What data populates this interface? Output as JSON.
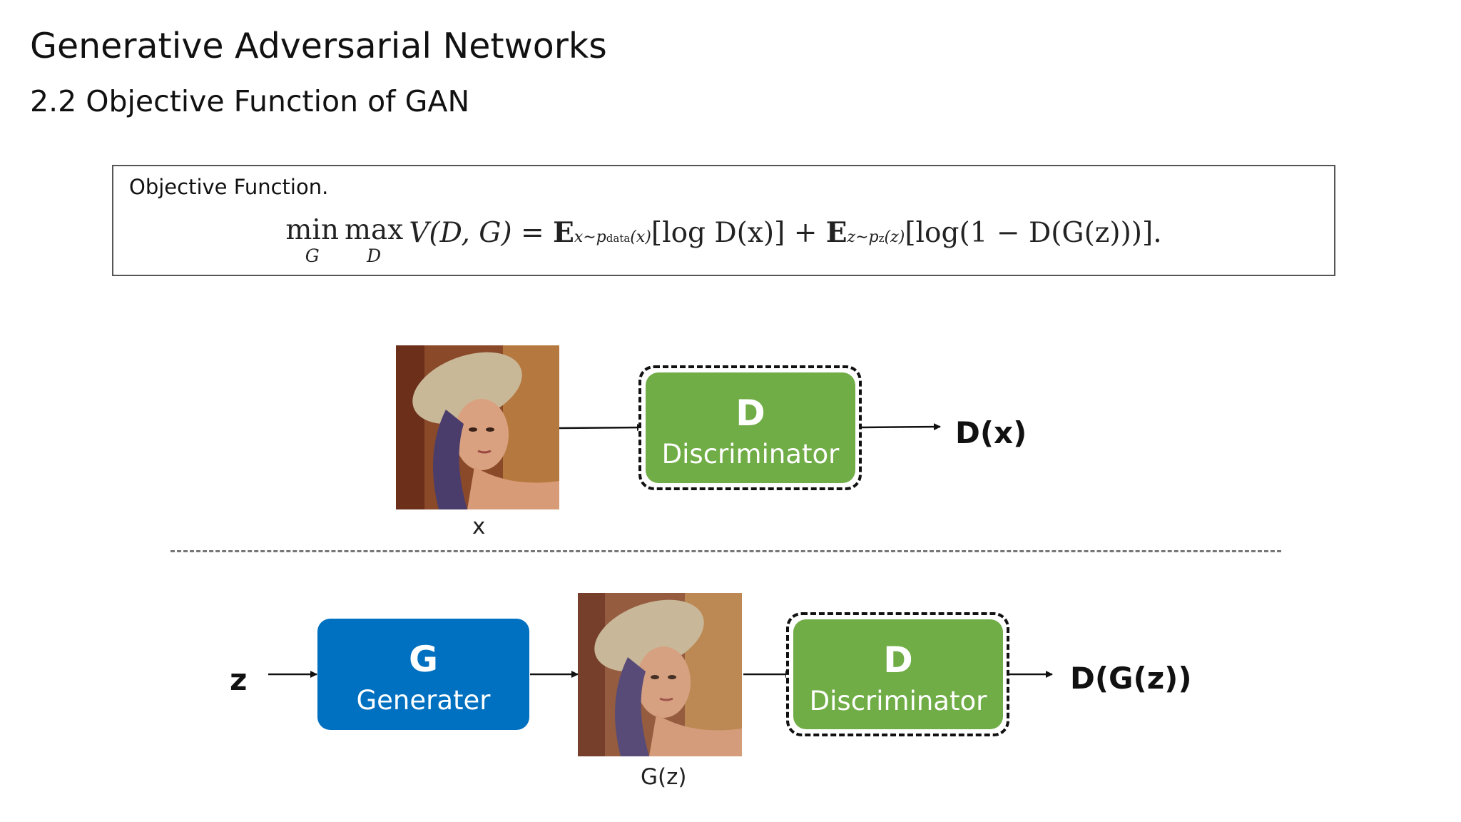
{
  "header": {
    "title": "Generative Adversarial Networks",
    "subtitle": "2.2 Objective Function of GAN"
  },
  "objective": {
    "label": "Objective Function.",
    "min": "min",
    "min_under": "G",
    "max": "max",
    "max_under": "D",
    "term_v": "V(D, G) = ",
    "e1": "E",
    "e1_sub": "x∼p",
    "e1_subsub": "data",
    "e1_sub2": "(x)",
    "term_1": "[log D(x)] + ",
    "e2": "E",
    "e2_sub": "z∼p",
    "e2_subsub": "z",
    "e2_sub2": "(z)",
    "term_2": "[log(1 − D(G(z)))]."
  },
  "real_path": {
    "image_caption": "x",
    "discriminator_letter": "D",
    "discriminator_name": "Discriminator",
    "output": "D(x)"
  },
  "fake_path": {
    "input": "z",
    "generator_letter": "G",
    "generator_name": "Generater",
    "image_caption": "G(z)",
    "discriminator_letter": "D",
    "discriminator_name": "Discriminator",
    "output": "D(G(z))"
  },
  "colors": {
    "discriminator": "#70ad47",
    "generator": "#0070c0"
  }
}
